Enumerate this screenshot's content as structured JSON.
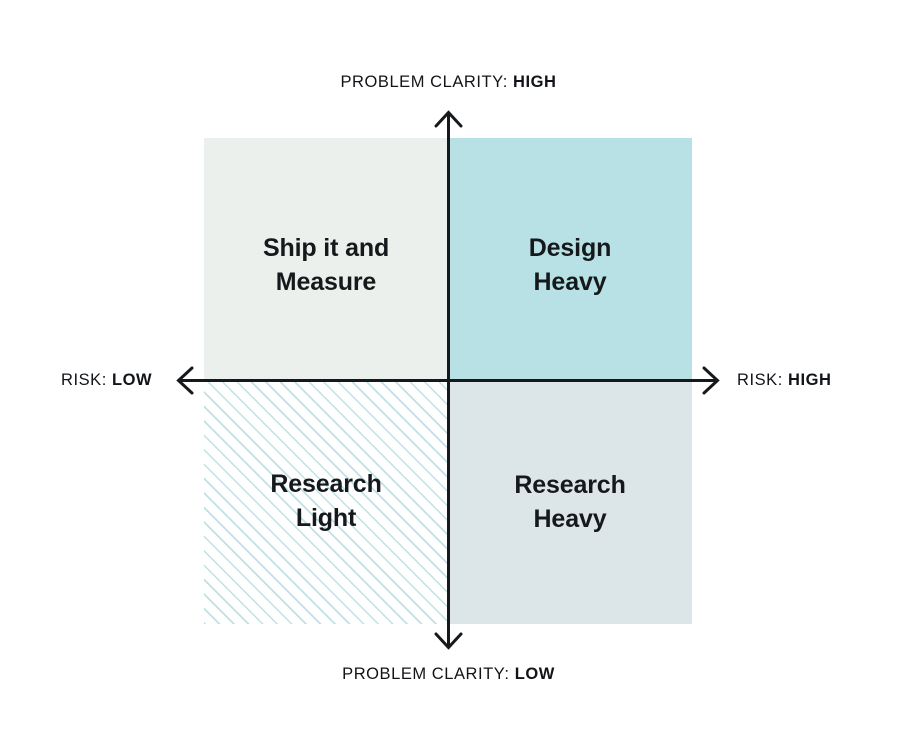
{
  "diagram": {
    "type": "2x2-matrix",
    "axes": {
      "vertical": {
        "name": "PROBLEM CLARITY",
        "top": {
          "prefix": "PROBLEM CLARITY: ",
          "value": "HIGH"
        },
        "bottom": {
          "prefix": "PROBLEM CLARITY: ",
          "value": "LOW"
        }
      },
      "horizontal": {
        "name": "RISK",
        "left": {
          "prefix": "RISK: ",
          "value": "LOW"
        },
        "right": {
          "prefix": "RISK: ",
          "value": "HIGH"
        }
      }
    },
    "quadrants": [
      {
        "id": "ship-it-and-measure",
        "line1": "Ship it and",
        "line2": "Measure",
        "position": "top-left",
        "risk": "LOW",
        "problem_clarity": "HIGH",
        "fill": "#ebf0ed",
        "pattern": "solid"
      },
      {
        "id": "design-heavy",
        "line1": "Design",
        "line2": "Heavy",
        "position": "top-right",
        "risk": "HIGH",
        "problem_clarity": "HIGH",
        "fill": "#b7e1e4",
        "pattern": "solid"
      },
      {
        "id": "research-light",
        "line1": "Research",
        "line2": "Light",
        "position": "bottom-left",
        "risk": "LOW",
        "problem_clarity": "LOW",
        "fill": "#ffffff",
        "pattern": "diagonal-hatch",
        "hatch_color": "#bfe0e4"
      },
      {
        "id": "research-heavy",
        "line1": "Research",
        "line2": "Heavy",
        "position": "bottom-right",
        "risk": "HIGH",
        "problem_clarity": "LOW",
        "fill": "#dce5e7",
        "pattern": "solid"
      }
    ],
    "colors": {
      "axis": "#16191c",
      "text": "#111418",
      "background": "#ffffff"
    }
  }
}
